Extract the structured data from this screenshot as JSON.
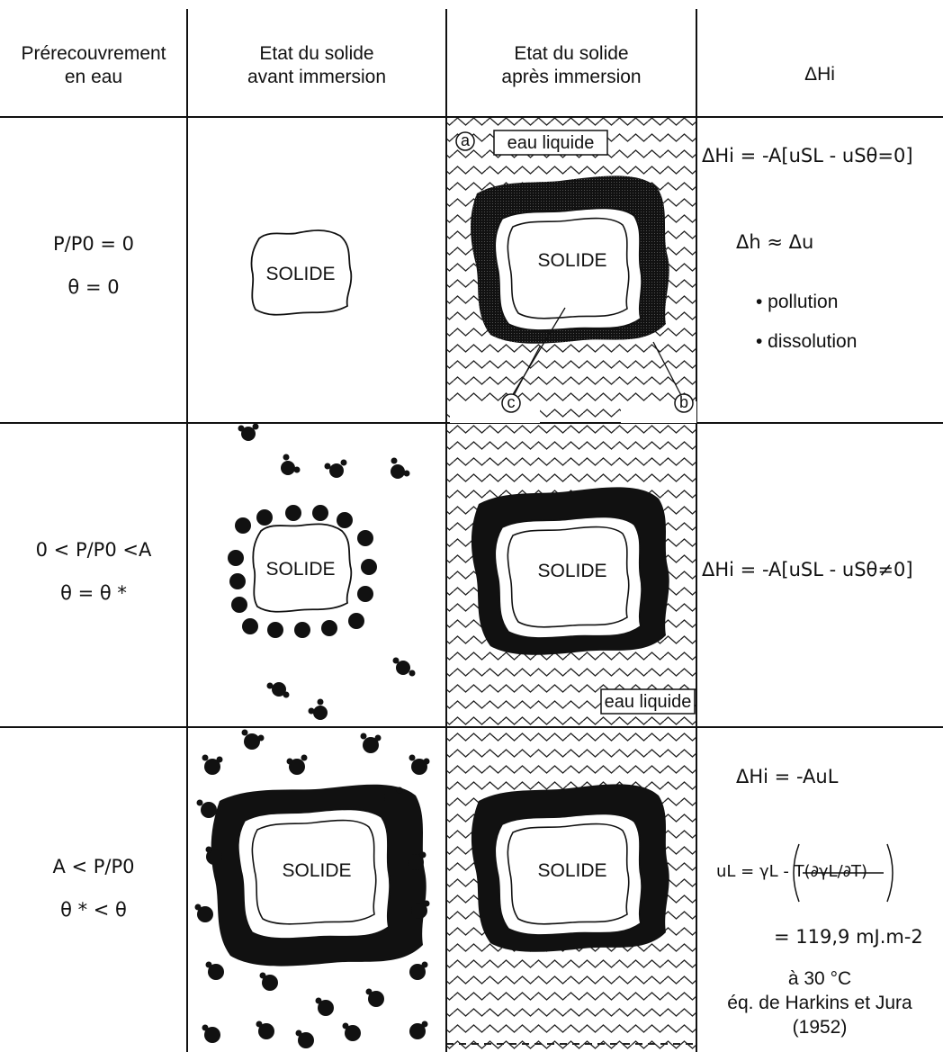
{
  "headers": {
    "col1": [
      "Prérecouvrement",
      "en eau"
    ],
    "col2": [
      "Etat du solide",
      "avant immersion"
    ],
    "col3": [
      "Etat du solide",
      "après immersion"
    ],
    "col4": "ΔHi"
  },
  "rows": [
    {
      "cond": [
        "P/P0 = 0",
        "θ = 0"
      ],
      "eq": "ΔHi = -A[uSL - uSθ=0]",
      "notes": [
        "Δh ≈ Δu",
        "• pollution",
        "• dissolution"
      ]
    },
    {
      "cond": [
        "0 < P/P0 <A",
        "θ = θ *"
      ],
      "eq": "ΔHi = -A[uSL - uSθ≠0]",
      "notes": []
    },
    {
      "cond": [
        "A < P/P0",
        "θ * < θ"
      ],
      "eq": "ΔHi = -AuL",
      "notes": [
        "uL = γL - T(∂γL/∂T)",
        "= 119,9 mJ.m-2",
        "à 30 °C",
        "éq. de Harkins et Jura",
        "(1952)"
      ]
    }
  ],
  "diagram_labels": {
    "solide": "SOLIDE",
    "eau_liquide": "eau liquide",
    "marker_a": "a",
    "marker_b": "b",
    "marker_c": "c"
  }
}
